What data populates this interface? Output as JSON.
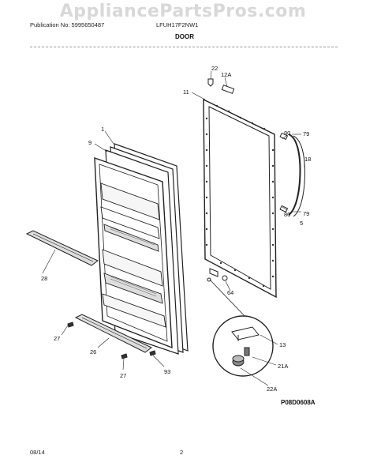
{
  "watermark": "AppliancePartsPros.com",
  "header": {
    "publication": "Publication No: 5995650487",
    "model": "LFUH17F2NW1",
    "section_title": "DOOR"
  },
  "callouts": {
    "c22_top": "22",
    "c12A": "12A",
    "c11": "11",
    "c80_top": "80",
    "c79_top": "79",
    "c18": "18",
    "c80_bot": "80",
    "c79_bot": "79",
    "c5": "5",
    "c1": "1",
    "c9": "9",
    "c28": "28",
    "c64": "64",
    "c13": "13",
    "c21A": "21A",
    "c22A": "22A",
    "c27_top": "27",
    "c26": "26",
    "c27_bot": "27",
    "c93": "93"
  },
  "figure_code": "P08D0608A",
  "footer": {
    "date": "08/14",
    "page": "2"
  }
}
